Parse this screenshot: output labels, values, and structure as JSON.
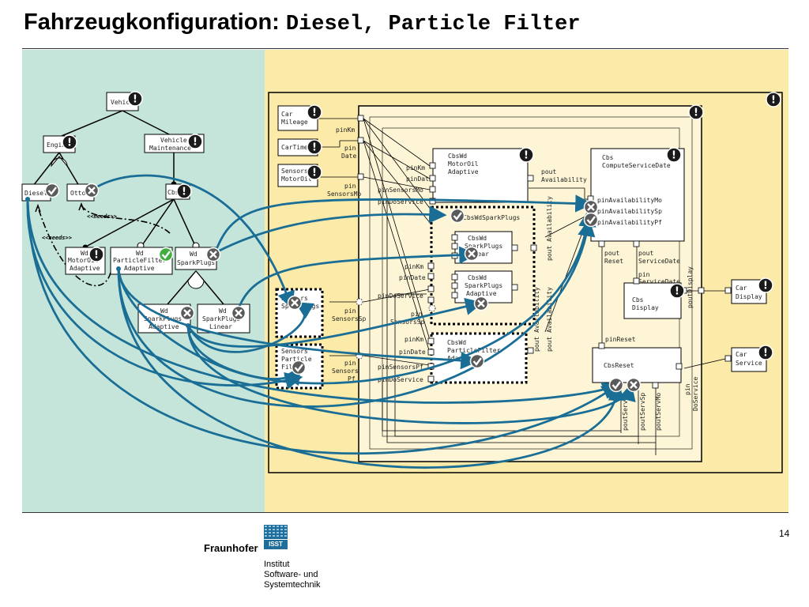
{
  "header": {
    "title": "Fahrzeugkonfiguration:",
    "title_mono": "Diesel, Particle Filter"
  },
  "feature_model": {
    "nodes": {
      "vehicle": "Vehicle",
      "engine": "Engine",
      "maint1": "Vehicle",
      "maint2": "Maintenance",
      "diesel": "Diesel",
      "otto": "Otto",
      "cbs": "Cbs",
      "wdmo1": "Wd",
      "wdmo2": "MotorOil",
      "wdmo3": "Adaptive",
      "wdpf1": "Wd",
      "wdpf2": "ParticleFilter",
      "wdpf3": "Adaptive",
      "wdsp1": "Wd",
      "wdsp2": "SparkPlugs",
      "wdspa1": "Wd",
      "wdspa2": "SparkPlugs",
      "wdspa3": "Adaptive",
      "wdspl1": "Wd",
      "wdspl2": "SparkPlugs",
      "wdspl3": "Linear"
    },
    "needs1": "<<needs>>",
    "needs2": "<<needs>>"
  },
  "architecture": {
    "inputs": {
      "car_mileage1": "Car",
      "car_mileage2": "Mileage",
      "car_time": "CarTime",
      "sensor_mo1": "Sensors",
      "sensor_mo2": "MotorOil",
      "sensor_sp1": "Sensors",
      "sensor_sp2": "SparkPlugs",
      "sensor_pf1": "Sensors",
      "sensor_pf2": "Particle",
      "sensor_pf3": "Filter"
    },
    "components": {
      "cbswd_mo1": "CbsWd",
      "cbswd_mo2": "MotorOil",
      "cbswd_mo3": "Adaptive",
      "cbswd_sp_outer": "CbsWdSparkPlugs",
      "cbswd_spl1": "CbsWd",
      "cbswd_spl2": "SparkPlugs",
      "cbswd_spl3": "Linear",
      "cbswd_spa1": "CbsWd",
      "cbswd_spa2": "SparkPlugs",
      "cbswd_spa3": "Adaptive",
      "cbswd_pf1": "CbsWd",
      "cbswd_pf2": "ParticleFilter",
      "cbswd_pf3": "Adaptive",
      "cbs_csd1": "Cbs",
      "cbs_csd2": "ComputeServiceDate",
      "cbs_disp1": "Cbs",
      "cbs_disp2": "Display",
      "cbs_reset": "CbsReset",
      "car_disp1": "Car",
      "car_disp2": "Display",
      "car_serv1": "Car",
      "car_serv2": "Service"
    },
    "ports": {
      "pinKm": "pinKm",
      "pinDate1": "pin",
      "pinDate2": "Date",
      "pinSensorsMo1": "pin",
      "pinSensorsMo2": "SensorsMo",
      "pinSp1": "pin",
      "pinSp2": "SensorsSp",
      "pinPf1": "pin",
      "pinPf2": "Sensors",
      "pinPf3": "Pf",
      "mo_pinKm": "pinKm",
      "mo_pinDate": "pinDate",
      "mo_pinSensorsMo": "pinSensorsMo",
      "mo_pinDoService": "pinDoService",
      "sp_pinKm": "pinKm",
      "sp_pinDate": "pinDate",
      "sp_pinDoService": "pinDoService",
      "sp_pinSensorsSp1": "pin",
      "sp_pinSensorsSp2": "SensorsSp",
      "pf_pinKm": "pinKm",
      "pf_pinDate": "pinDate",
      "pf_pinSensorsPf": "pinSensorsPf",
      "pf_pinDoService": "pinDoService",
      "pout_avail1": "pout",
      "pout_avail2": "Availability",
      "pinAvailMo": "pinAvailabilityMo",
      "pinAvailSp": "pinAvailabilitySp",
      "pinAvailPf": "pinAvailabilityPf",
      "poutReset1": "pout",
      "poutReset2": "Reset",
      "poutServiceDate1": "pout",
      "poutServiceDate2": "ServiceDate",
      "pinServiceDate1": "pin",
      "pinServiceDate2": "ServiceDate",
      "poutDisplay": "poutDisplay",
      "pinReset": "pinReset",
      "poutServPf": "poutServPf",
      "poutServSp": "poutServSp",
      "poutServMo": "poutServMo",
      "pinDoService1": "pin",
      "pinDoService2": "DoService",
      "vavail_sp": "pout Availability",
      "vavail_pf": "pout Availability",
      "vavail_mo": "pout Availability"
    }
  },
  "footer": {
    "page": "14",
    "logo_text": "ISST",
    "org": "Fraunhofer",
    "inst1": "Institut",
    "inst2": "Software- und",
    "inst3": "Systemtechnik"
  },
  "colors": {
    "feature_pane": "#c5e5da",
    "arch_pane": "#fbeaa8",
    "link": "#1a6e96",
    "ok_green": "#3fae3f"
  }
}
